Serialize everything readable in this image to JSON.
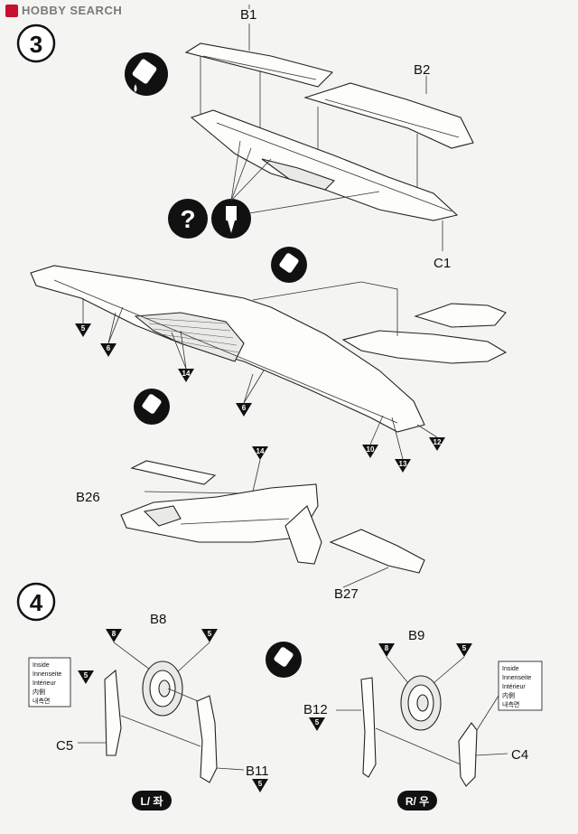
{
  "watermark": {
    "text": "HOBBY SEARCH"
  },
  "steps": {
    "step3": {
      "number": "3",
      "parts": {
        "b1": "B1",
        "b2": "B2",
        "c1": "C1",
        "b26": "B26",
        "b27": "B27"
      },
      "callouts": [
        "5",
        "6",
        "14",
        "6",
        "10",
        "13",
        "12",
        "14"
      ]
    },
    "step4": {
      "number": "4",
      "parts": {
        "b8": "B8",
        "b9": "B9",
        "b11": "B11",
        "b12": "B12",
        "c4": "C4",
        "c5": "C5"
      },
      "left_callouts": {
        "b8_a": "8",
        "b8_b": "5",
        "c5": "5",
        "b11": "5"
      },
      "right_callouts": {
        "b9_a": "8",
        "b9_b": "5",
        "b12": "5"
      },
      "inside_note": [
        "Inside",
        "Innenseite",
        "Intérieur",
        "内側",
        "내측면"
      ],
      "side_labels": {
        "left": "L/ 좌",
        "right": "R/ 우"
      }
    }
  },
  "icons": [
    "glue-icon",
    "question-icon",
    "cement-icon"
  ]
}
